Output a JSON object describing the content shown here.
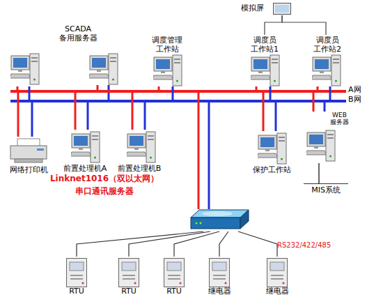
{
  "diagram": {
    "nodes": [
      {
        "text": [
          "模拟屏"
        ]
      },
      {
        "text": [
          "SCADA 备用服务器"
        ]
      },
      {
        "text": [
          "调度管理 工作站"
        ]
      },
      {
        "text": [
          "调度员 工作站1"
        ]
      },
      {
        "text": [
          "调度员 工作站2"
        ]
      },
      {
        "text": [
          "A网"
        ]
      },
      {
        "text": [
          "B网"
        ]
      },
      {
        "text": [
          "WEB 服务器"
        ]
      },
      {
        "text": [
          "网络打印机"
        ]
      },
      {
        "text": [
          "前置处理机A"
        ]
      },
      {
        "text": [
          "前置处理机B"
        ]
      },
      {
        "text": [
          "保护工作站"
        ]
      },
      {
        "text": [
          "MIS系统"
        ]
      },
      {
        "text": [
          "Linknet1016（双以太网）",
          "串口通讯服务器"
        ]
      },
      {
        "text": [
          "RTU"
        ]
      },
      {
        "text": [
          "RTU"
        ]
      },
      {
        "text": [
          "RTU"
        ]
      },
      {
        "text": [
          "继电器"
        ]
      },
      {
        "text": [
          "继电器"
        ]
      }
    ],
    "edges": [
      {
        "from": 0,
        "to": 3,
        "arrow": "none"
      },
      {
        "from": 0,
        "to": 4,
        "arrow": "none"
      },
      {
        "from": 1,
        "to": 5,
        "arrow": "none"
      },
      {
        "from": 1,
        "to": 6,
        "arrow": "none"
      },
      {
        "from": 2,
        "to": 5,
        "arrow": "none"
      },
      {
        "from": 2,
        "to": 6,
        "arrow": "none"
      },
      {
        "from": 3,
        "to": 5,
        "arrow": "none"
      },
      {
        "from": 3,
        "to": 6,
        "arrow": "none"
      },
      {
        "from": 4,
        "to": 5,
        "arrow": "none"
      },
      {
        "from": 4,
        "to": 6,
        "arrow": "none"
      },
      {
        "from": 7,
        "to": 5,
        "arrow": "none"
      },
      {
        "from": 7,
        "to": 6,
        "arrow": "none"
      },
      {
        "from": 8,
        "to": 5,
        "arrow": "none"
      },
      {
        "from": 8,
        "to": 6,
        "arrow": "none"
      },
      {
        "from": 9,
        "to": 5,
        "arrow": "none"
      },
      {
        "from": 9,
        "to": 6,
        "arrow": "none"
      },
      {
        "from": 10,
        "to": 5,
        "arrow": "none"
      },
      {
        "from": 10,
        "to": 6,
        "arrow": "none"
      },
      {
        "from": 11,
        "to": 5,
        "arrow": "none"
      },
      {
        "from": 11,
        "to": 6,
        "arrow": "none"
      },
      {
        "from": 7,
        "to": 12,
        "arrow": "none"
      },
      {
        "from": 13,
        "to": 5,
        "arrow": "none"
      },
      {
        "from": 13,
        "to": 6,
        "arrow": "none"
      },
      {
        "from": 13,
        "to": 14,
        "arrow": "none"
      },
      {
        "from": 13,
        "to": 15,
        "arrow": "none"
      },
      {
        "from": 13,
        "to": 16,
        "arrow": "none"
      },
      {
        "from": 13,
        "to": 17,
        "arrow": "none"
      },
      {
        "from": 13,
        "to": 18,
        "arrow": "none"
      }
    ],
    "labels": [
      "RS232/422/485"
    ]
  }
}
